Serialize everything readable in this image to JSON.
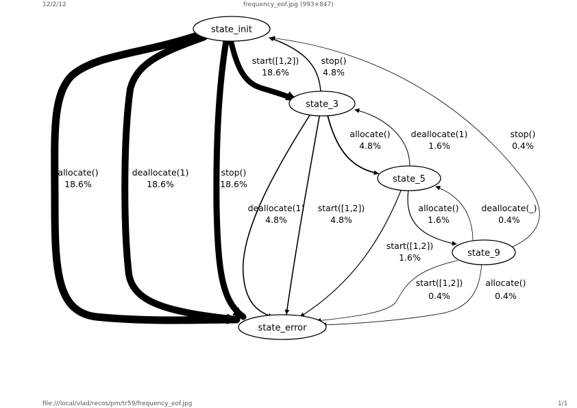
{
  "header": {
    "date": "12/2/12",
    "title": "frequency_eof.jpg (993×847)"
  },
  "footer": {
    "path": "file:///local/vlad/recos/pm/tr59/frequency_eof.jpg",
    "page": "1/1"
  },
  "nodes": {
    "state_init": "state_init",
    "state_3": "state_3",
    "state_5": "state_5",
    "state_9": "state_9",
    "state_error": "state_error"
  },
  "edges": {
    "init_error_allocate": {
      "label": "allocate()",
      "pct": "18.6%"
    },
    "init_error_deallocate": {
      "label": "deallocate(1)",
      "pct": "18.6%"
    },
    "init_error_stop": {
      "label": "stop()",
      "pct": "18.6%"
    },
    "init_3_start": {
      "label": "start([1,2])",
      "pct": "18.6%"
    },
    "3_init_stop": {
      "label": "stop()",
      "pct": "4.8%"
    },
    "3_5_allocate": {
      "label": "allocate()",
      "pct": "4.8%"
    },
    "5_3_deallocate": {
      "label": "deallocate(1)",
      "pct": "1.6%"
    },
    "9_init_stop": {
      "label": "stop()",
      "pct": "0.4%"
    },
    "3_error_deallocate": {
      "label": "deallocate(1)",
      "pct": "4.8%"
    },
    "3_error_start": {
      "label": "start([1,2])",
      "pct": "4.8%"
    },
    "5_9_allocate": {
      "label": "allocate()",
      "pct": "1.6%"
    },
    "9_5_deallocate": {
      "label": "deallocate(_)",
      "pct": "0.4%"
    },
    "5_error_start": {
      "label": "start([1,2])",
      "pct": "1.6%"
    },
    "9_error_start": {
      "label": "start([1,2])",
      "pct": "0.4%"
    },
    "9_error_allocate": {
      "label": "allocate()",
      "pct": "0.4%"
    }
  }
}
